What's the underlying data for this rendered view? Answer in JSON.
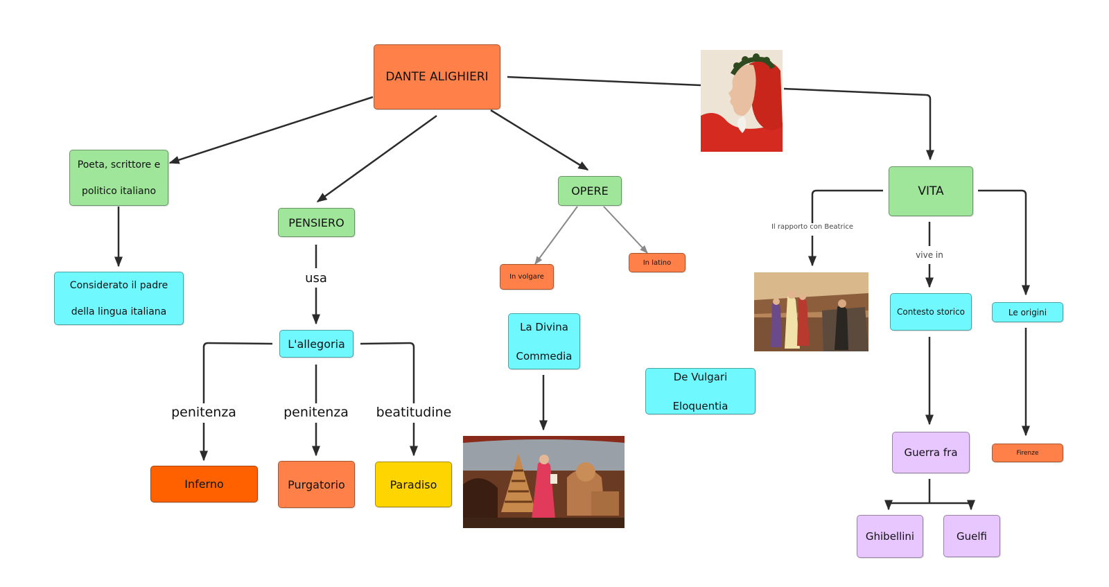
{
  "nodes": {
    "dante": "DANTE ALIGHIERI",
    "poeta": "Poeta, scrittore e politico italiano",
    "padre": "Considerato il padre della lingua italiana",
    "pensiero": "PENSIERO",
    "allegoria": "L'allegoria",
    "inferno": "Inferno",
    "purgatorio": "Purgatorio",
    "paradiso": "Paradiso",
    "opere": "OPERE",
    "volgare": "In volgare",
    "latino": "In latino",
    "divina": "La Divina Commedia",
    "vulgari": "De Vulgari Eloquentia",
    "vita": "VITA",
    "contesto": "Contesto storico",
    "origini": "Le origini",
    "guerra": "Guerra fra",
    "firenze": "Firenze",
    "ghibellini": "Ghibellini",
    "guelfi": "Guelfi"
  },
  "labels": {
    "usa": "usa",
    "penitenza_1": "penitenza",
    "penitenza_2": "penitenza",
    "beatitudine": "beatitudine",
    "beatrice": "Il rapporto con Beatrice",
    "vive_in": "vive in"
  },
  "colors": {
    "dante": "#ff8049",
    "green": "#9fe59a",
    "cyan": "#6ff9ff",
    "orange": "#ff8049",
    "inferno": "#ff6100",
    "paradiso": "#ffd500",
    "lilac": "#e8c6ff",
    "edge": "#2b2b2b",
    "edge_light": "#888888"
  },
  "images": {
    "portrait": "dante-portrait-image",
    "beatrice_scene": "dante-and-beatrice-painting",
    "commedia_painting": "divine-comedy-fresco-painting"
  }
}
